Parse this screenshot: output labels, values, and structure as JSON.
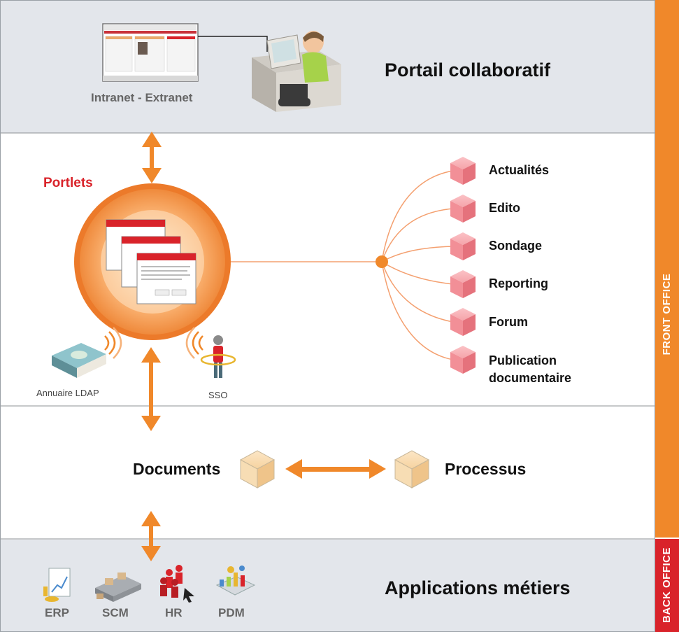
{
  "top": {
    "title": "Portail collaboratif",
    "intranet_label": "Intranet - Extranet"
  },
  "middle": {
    "portlets_label": "Portlets",
    "ldap_label": "Annuaire LDAP",
    "sso_label": "SSO",
    "services": [
      {
        "label": "Actualités"
      },
      {
        "label": "Edito"
      },
      {
        "label": "Sondage"
      },
      {
        "label": "Reporting"
      },
      {
        "label": "Forum"
      },
      {
        "label": "Publication\ndocumentaire"
      }
    ]
  },
  "exchange": {
    "documents_label": "Documents",
    "processus_label": "Processus"
  },
  "bottom": {
    "title": "Applications métiers",
    "apps": [
      {
        "label": "ERP",
        "icon": "erp-icon"
      },
      {
        "label": "SCM",
        "icon": "scm-icon"
      },
      {
        "label": "HR",
        "icon": "hr-icon"
      },
      {
        "label": "PDM",
        "icon": "pdm-icon"
      }
    ]
  },
  "side": {
    "front_office": "FRONT OFFICE",
    "back_office": "BACK OFFICE"
  },
  "colors": {
    "orange": "#F0882A",
    "panel_gray": "#E3E6EB",
    "line_orange": "#F4A070",
    "cube_pink": "#F08A92",
    "cube_tan": "#F6D3A0"
  }
}
